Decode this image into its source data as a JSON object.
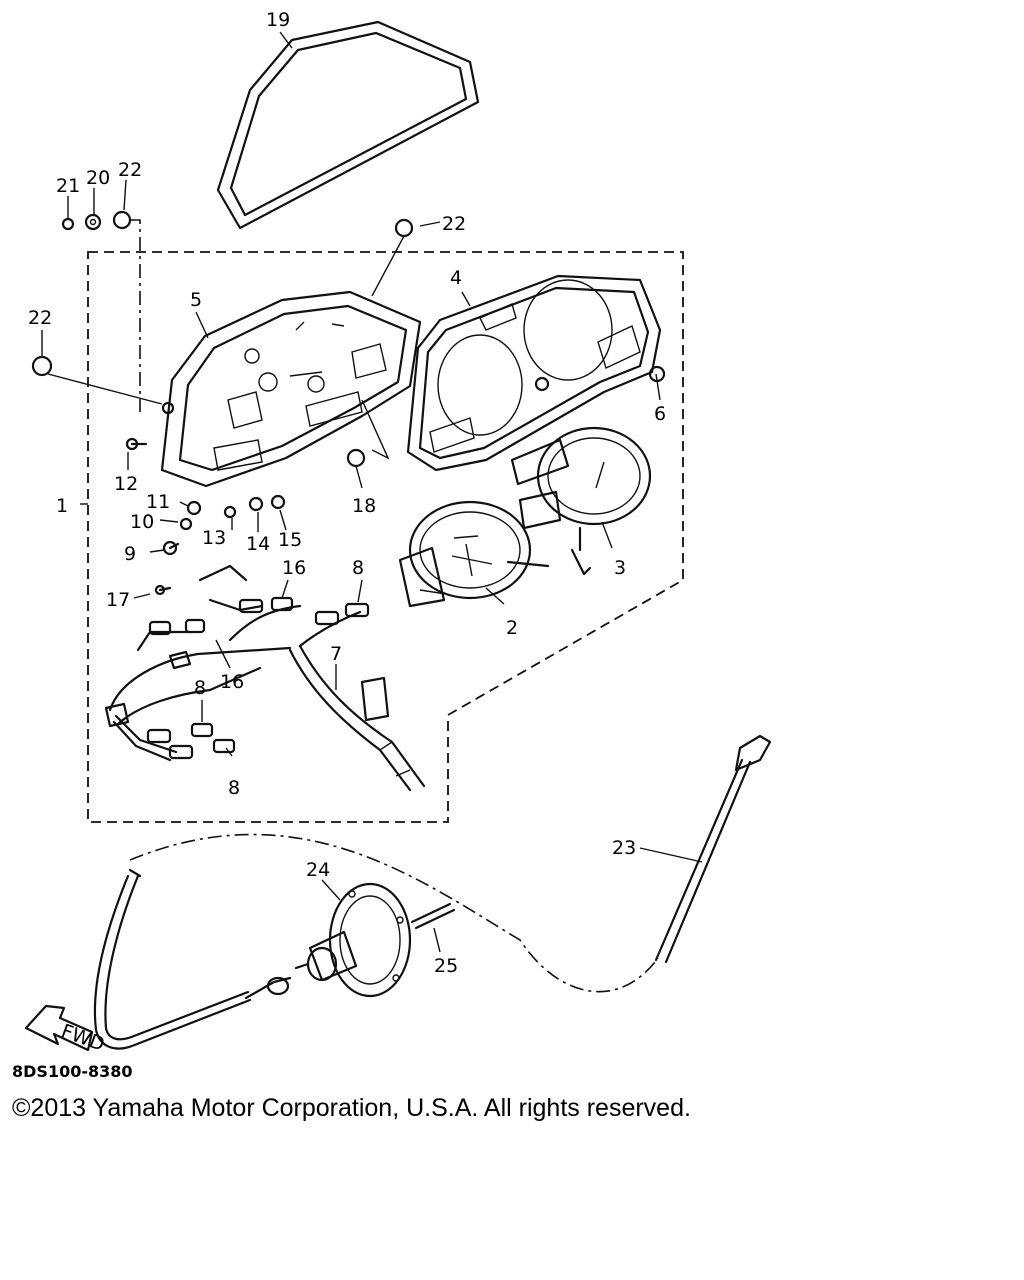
{
  "diagram": {
    "callouts": {
      "c1": "1",
      "c2": "2",
      "c3": "3",
      "c4": "4",
      "c5": "5",
      "c6": "6",
      "c7": "7",
      "c8a": "8",
      "c8b": "8",
      "c8c": "8",
      "c9": "9",
      "c10": "10",
      "c11": "11",
      "c12": "12",
      "c13": "13",
      "c14": "14",
      "c15": "15",
      "c16a": "16",
      "c16b": "16",
      "c17": "17",
      "c18": "18",
      "c19": "19",
      "c20": "20",
      "c21": "21",
      "c22a": "22",
      "c22b": "22",
      "c22c": "22",
      "c23": "23",
      "c24": "24",
      "c25": "25"
    },
    "fwd_label": "FWD",
    "reference_code": "8DS100-8380",
    "copyright": "©2013 Yamaha Motor Corporation, U.S.A. All rights reserved."
  }
}
